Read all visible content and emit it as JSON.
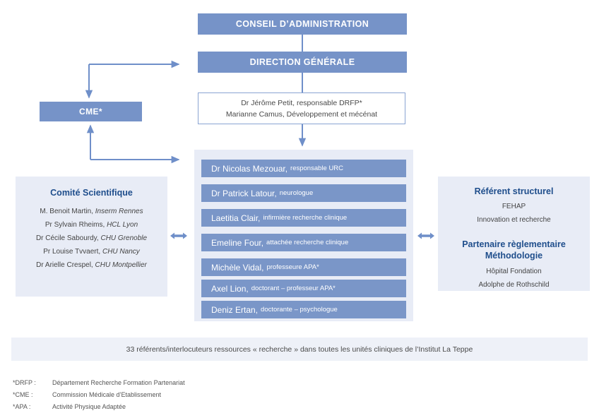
{
  "org": {
    "board_label": "CONSEIL D’ADMINISTRATION",
    "direction_label": "DIRECTION GÉNÉRALE",
    "cme_label": "CME*"
  },
  "drfp_box": {
    "line1": "Dr Jérôme Petit, responsable DRFP*",
    "line2": "Marianne Camus, Développement et mécénat"
  },
  "team": {
    "rows": [
      {
        "name": "Dr Nicolas Mezouar,",
        "role": "responsable URC"
      },
      {
        "name": "Dr Patrick Latour,",
        "role": "neurologue"
      },
      {
        "name": "Laetitia Clair,",
        "role": "infirmière recherche clinique"
      },
      {
        "name": "Emeline Four,",
        "role": "attachée recherche clinique"
      },
      {
        "name": "Michèle Vidal,",
        "role": "professeure APA*"
      },
      {
        "name": "Axel Lion,",
        "role": "doctorant – professeur APA*"
      },
      {
        "name": "Deniz Ertan,",
        "role": "doctorante – psychologue"
      }
    ]
  },
  "committee": {
    "title": "Comité Scientifique",
    "members": [
      {
        "person": "M. Benoit Martin,",
        "affiliation": "Inserm Rennes"
      },
      {
        "person": "Pr Sylvain Rheims,",
        "affiliation": "HCL Lyon"
      },
      {
        "person": "Dr Cécile Sabourdy,",
        "affiliation": "CHU Grenoble"
      },
      {
        "person": "Pr Louise Tvvaert,",
        "affiliation": "CHU Nancy"
      },
      {
        "person": "Dr Arielle Crespel,",
        "affiliation": "CHU Montpellier"
      }
    ]
  },
  "partners": {
    "referent_title": "Référent structurel",
    "referent_lines": [
      "FEHAP",
      "Innovation et recherche"
    ],
    "partner_title_line1": "Partenaire règlementaire",
    "partner_title_line2": "Méthodologie",
    "partner_lines": [
      "Hôpital Fondation",
      "Adolphe de Rothschild"
    ]
  },
  "banner": {
    "text": "33 référents/interlocuteurs ressources « recherche » dans toutes les unités cliniques de l’Institut La Teppe"
  },
  "footnotes": [
    {
      "key": "*DRFP :",
      "value": "Département Recherche Formation Partenariat"
    },
    {
      "key": "*CME :",
      "value": "Commission Médicale d’Etablissement"
    },
    {
      "key": "*APA :",
      "value": "Activité Physique Adaptée"
    }
  ],
  "colors": {
    "header_blue": "#7693c8",
    "row_blue": "#7a96c8",
    "panel_bg": "#e8ecf6",
    "banner_bg": "#eef1f8",
    "title_blue": "#1f4e8c",
    "connector": "#6f8fc9"
  }
}
